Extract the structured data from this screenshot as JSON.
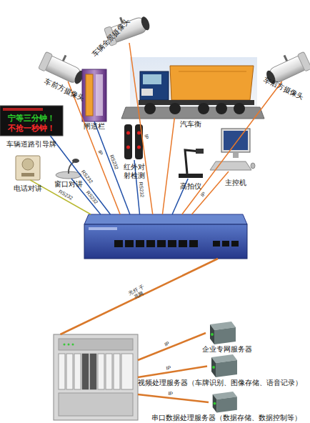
{
  "diagram": {
    "nodes": [
      {
        "text": [
          "车辆全景摄像头"
        ]
      },
      {
        "text": [
          "车前方摄像头"
        ]
      },
      {
        "text": [
          "闸道栏"
        ]
      },
      {
        "text": [
          "汽车衡"
        ]
      },
      {
        "text": [
          "车后方摄像头"
        ]
      },
      {
        "text": [
          "宁等三分钟！",
          "不抢一秒钟！",
          "车辆道路引导牌"
        ]
      },
      {
        "text": [
          "红外对射检测"
        ]
      },
      {
        "text": [
          "高拍仪"
        ]
      },
      {
        "text": [
          "主控机"
        ]
      },
      {
        "text": [
          "电话对讲"
        ]
      },
      {
        "text": [
          "窗口对讲"
        ]
      },
      {
        "text": []
      },
      {
        "text": []
      },
      {
        "text": [
          "企业专网服务器"
        ]
      },
      {
        "text": [
          "视频处理服务器（车牌识别、图像存储、语音记录）"
        ]
      },
      {
        "text": [
          "串口数据处理服务器（数据存储、数据控制等）"
        ]
      }
    ],
    "edges": [
      {
        "from": 0,
        "to": 11,
        "arrow": "none",
        "label": "IP"
      },
      {
        "from": 1,
        "to": 11,
        "arrow": "none",
        "label": "IP"
      },
      {
        "from": 2,
        "to": 11,
        "arrow": "none",
        "label": "RS232"
      },
      {
        "from": 3,
        "to": 11,
        "arrow": "none"
      },
      {
        "from": 4,
        "to": 11,
        "arrow": "none"
      },
      {
        "from": 5,
        "to": 11,
        "arrow": "none",
        "label": "RS232"
      },
      {
        "from": 6,
        "to": 11,
        "arrow": "none",
        "label": "RS232"
      },
      {
        "from": 7,
        "to": 11,
        "arrow": "none"
      },
      {
        "from": 8,
        "to": 11,
        "arrow": "none",
        "label": "IP"
      },
      {
        "from": 9,
        "to": 11,
        "arrow": "none",
        "label": "RS232"
      },
      {
        "from": 10,
        "to": 11,
        "arrow": "none",
        "label": "RS232"
      },
      {
        "from": 11,
        "to": 12,
        "arrow": "none",
        "label": "光纤 千兆网"
      },
      {
        "from": 12,
        "to": 13,
        "arrow": "none",
        "label": "IP"
      },
      {
        "from": 12,
        "to": 14,
        "arrow": "none",
        "label": "IP"
      },
      {
        "from": 12,
        "to": 15,
        "arrow": "none",
        "label": "IP"
      }
    ]
  }
}
